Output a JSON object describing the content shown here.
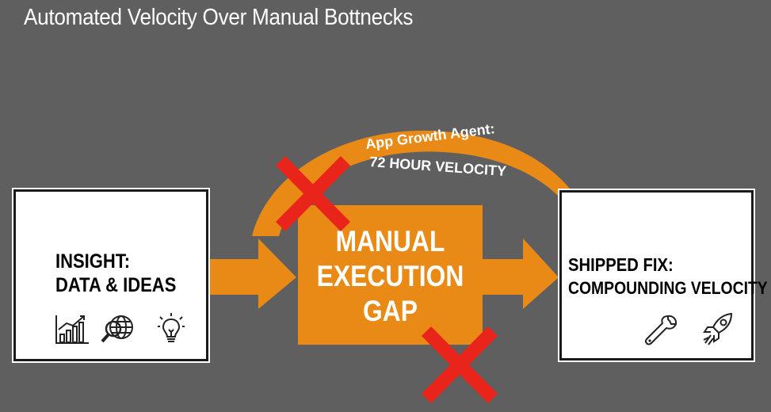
{
  "title": "Automated Velocity Over Manual Bottnecks",
  "left_card": {
    "line1": "INSIGHT:",
    "line2": "DATA & IDEAS",
    "icons": [
      "bar-chart-icon",
      "globe-magnifier-icon",
      "lightbulb-icon"
    ]
  },
  "center_box": {
    "line1": "MANUAL",
    "line2": "EXECUTION",
    "line3": "GAP"
  },
  "arc_label": {
    "line1": "App Growth Agent:",
    "line2": "72 HOUR VELOCITY"
  },
  "right_card": {
    "line1": "SHIPPED FIX:",
    "line2": "COMPOUNDING VELOCITY",
    "icons": [
      "wrench-icon",
      "rocket-icon"
    ]
  },
  "colors": {
    "background": "#5f5f5f",
    "orange": "#e98a17",
    "cross_red": "#e8241b",
    "card": "#ffffff"
  }
}
